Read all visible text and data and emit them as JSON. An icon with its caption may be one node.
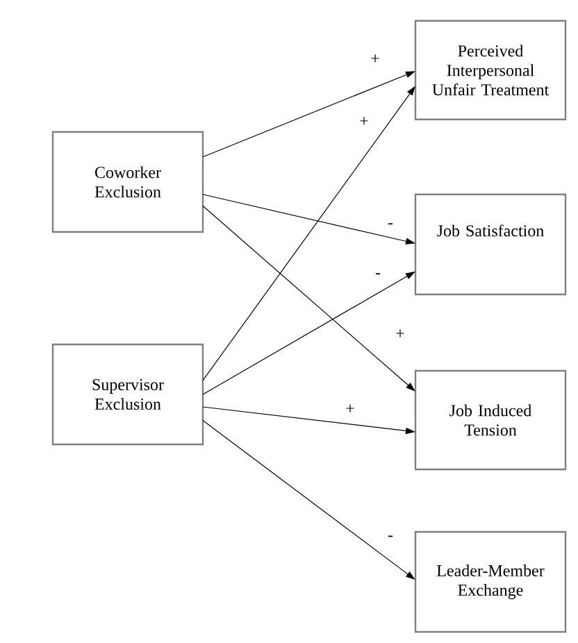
{
  "diagram": {
    "nodes": [
      {
        "text": [
          "Coworker Exclusion"
        ]
      },
      {
        "text": [
          "Supervisor Exclusion"
        ]
      },
      {
        "text": [
          "Perceived Interpersonal Unfair Treatment"
        ]
      },
      {
        "text": [
          "Job Satisfaction"
        ]
      },
      {
        "text": [
          "Job Induced Tension"
        ]
      },
      {
        "text": [
          "Leader-Member Exchange"
        ]
      }
    ],
    "edges": [
      {
        "from": 0,
        "to": 2,
        "arrow": "to",
        "label": "+"
      },
      {
        "from": 1,
        "to": 2,
        "arrow": "to",
        "label": "+"
      },
      {
        "from": 0,
        "to": 3,
        "arrow": "to",
        "label": "-"
      },
      {
        "from": 1,
        "to": 3,
        "arrow": "to",
        "label": "-"
      },
      {
        "from": 0,
        "to": 4,
        "arrow": "to",
        "label": "+"
      },
      {
        "from": 1,
        "to": 4,
        "arrow": "to",
        "label": "+"
      },
      {
        "from": 1,
        "to": 5,
        "arrow": "to",
        "label": "-"
      }
    ]
  }
}
